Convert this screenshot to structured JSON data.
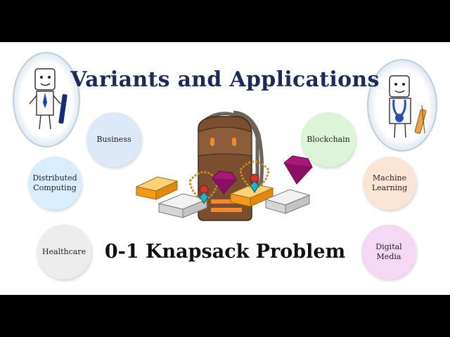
{
  "title": "Variants and Applications",
  "subtitle": "0-1 Knapsack Problem",
  "applications": {
    "business": "Business",
    "distributed": "Distributed Computing",
    "healthcare": "Healthcare",
    "blockchain": "Blockchain",
    "ml": "Machine Learning",
    "media": "Digital Media"
  },
  "colors": {
    "business": "#dde9f6",
    "distributed": "#d8eefc",
    "healthcare": "#ededed",
    "blockchain": "#dcf5d6",
    "ml": "#fde5d6",
    "media": "#f4d9f4",
    "title": "#1f2a5c"
  },
  "icons": [
    "person-with-pen-icon",
    "doctor-with-stethoscope-icon",
    "backpack-icon",
    "gold-bar-icon",
    "silver-bar-icon",
    "necklace-icon",
    "gem-icon"
  ]
}
